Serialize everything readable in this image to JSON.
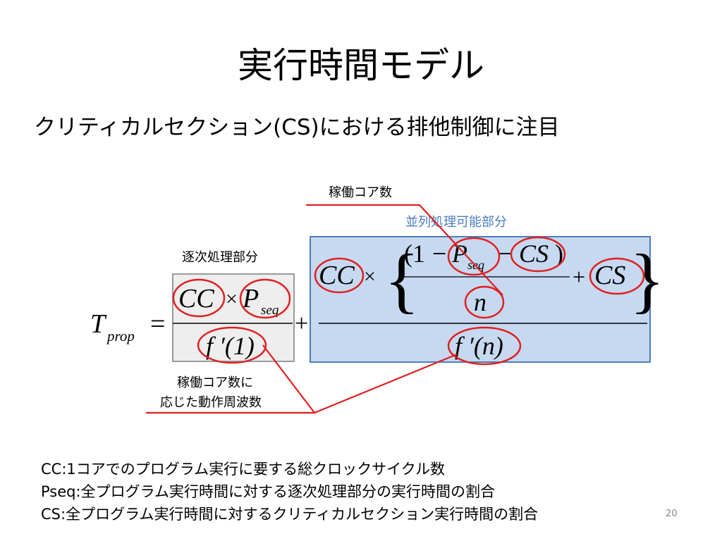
{
  "slide": {
    "title": "実行時間モデル",
    "subtitle": "クリティカルセクション(CS)における排他制御に注目",
    "page_number": "20"
  },
  "annotations": {
    "active_cores": "稼働コア数",
    "parallel_part": "並列処理可能部分",
    "sequential_part": "逐次処理部分",
    "freq_line1": "稼働コア数に",
    "freq_line2": "応じた動作周波数"
  },
  "equation": {
    "lhs_T": "T",
    "lhs_sub": "prop",
    "equals": "=",
    "plus": "+",
    "times": "×",
    "minus": "−",
    "CC": "CC",
    "P": "P",
    "seq": "seq",
    "CS": "CS",
    "f1": "f ′(1)",
    "fn": "f ′(n)",
    "one_paren": "(1",
    "close_paren": ")",
    "n": "n",
    "lbrace": "{",
    "rbrace": "}"
  },
  "definitions": [
    {
      "term": "CC",
      "sep": ":",
      "text": "1コアでのプログラム実行に要する総クロックサイクル数"
    },
    {
      "term": "Pseq",
      "sep": ":",
      "text": "全プログラム実行時間に対する逐次処理部分の実行時間の割合"
    },
    {
      "term": "CS",
      "sep": ":",
      "text": "全プログラム実行時間に対するクリティカルセクション実行時間の割合"
    }
  ],
  "colors": {
    "highlight_red": "#e02020",
    "parallel_fill": "#c6d9f1",
    "parallel_border": "#4a7ebb",
    "sequential_fill": "#eeeeee",
    "sequential_border": "#9a9a9a",
    "annotation_blue": "#4b7ec1"
  }
}
